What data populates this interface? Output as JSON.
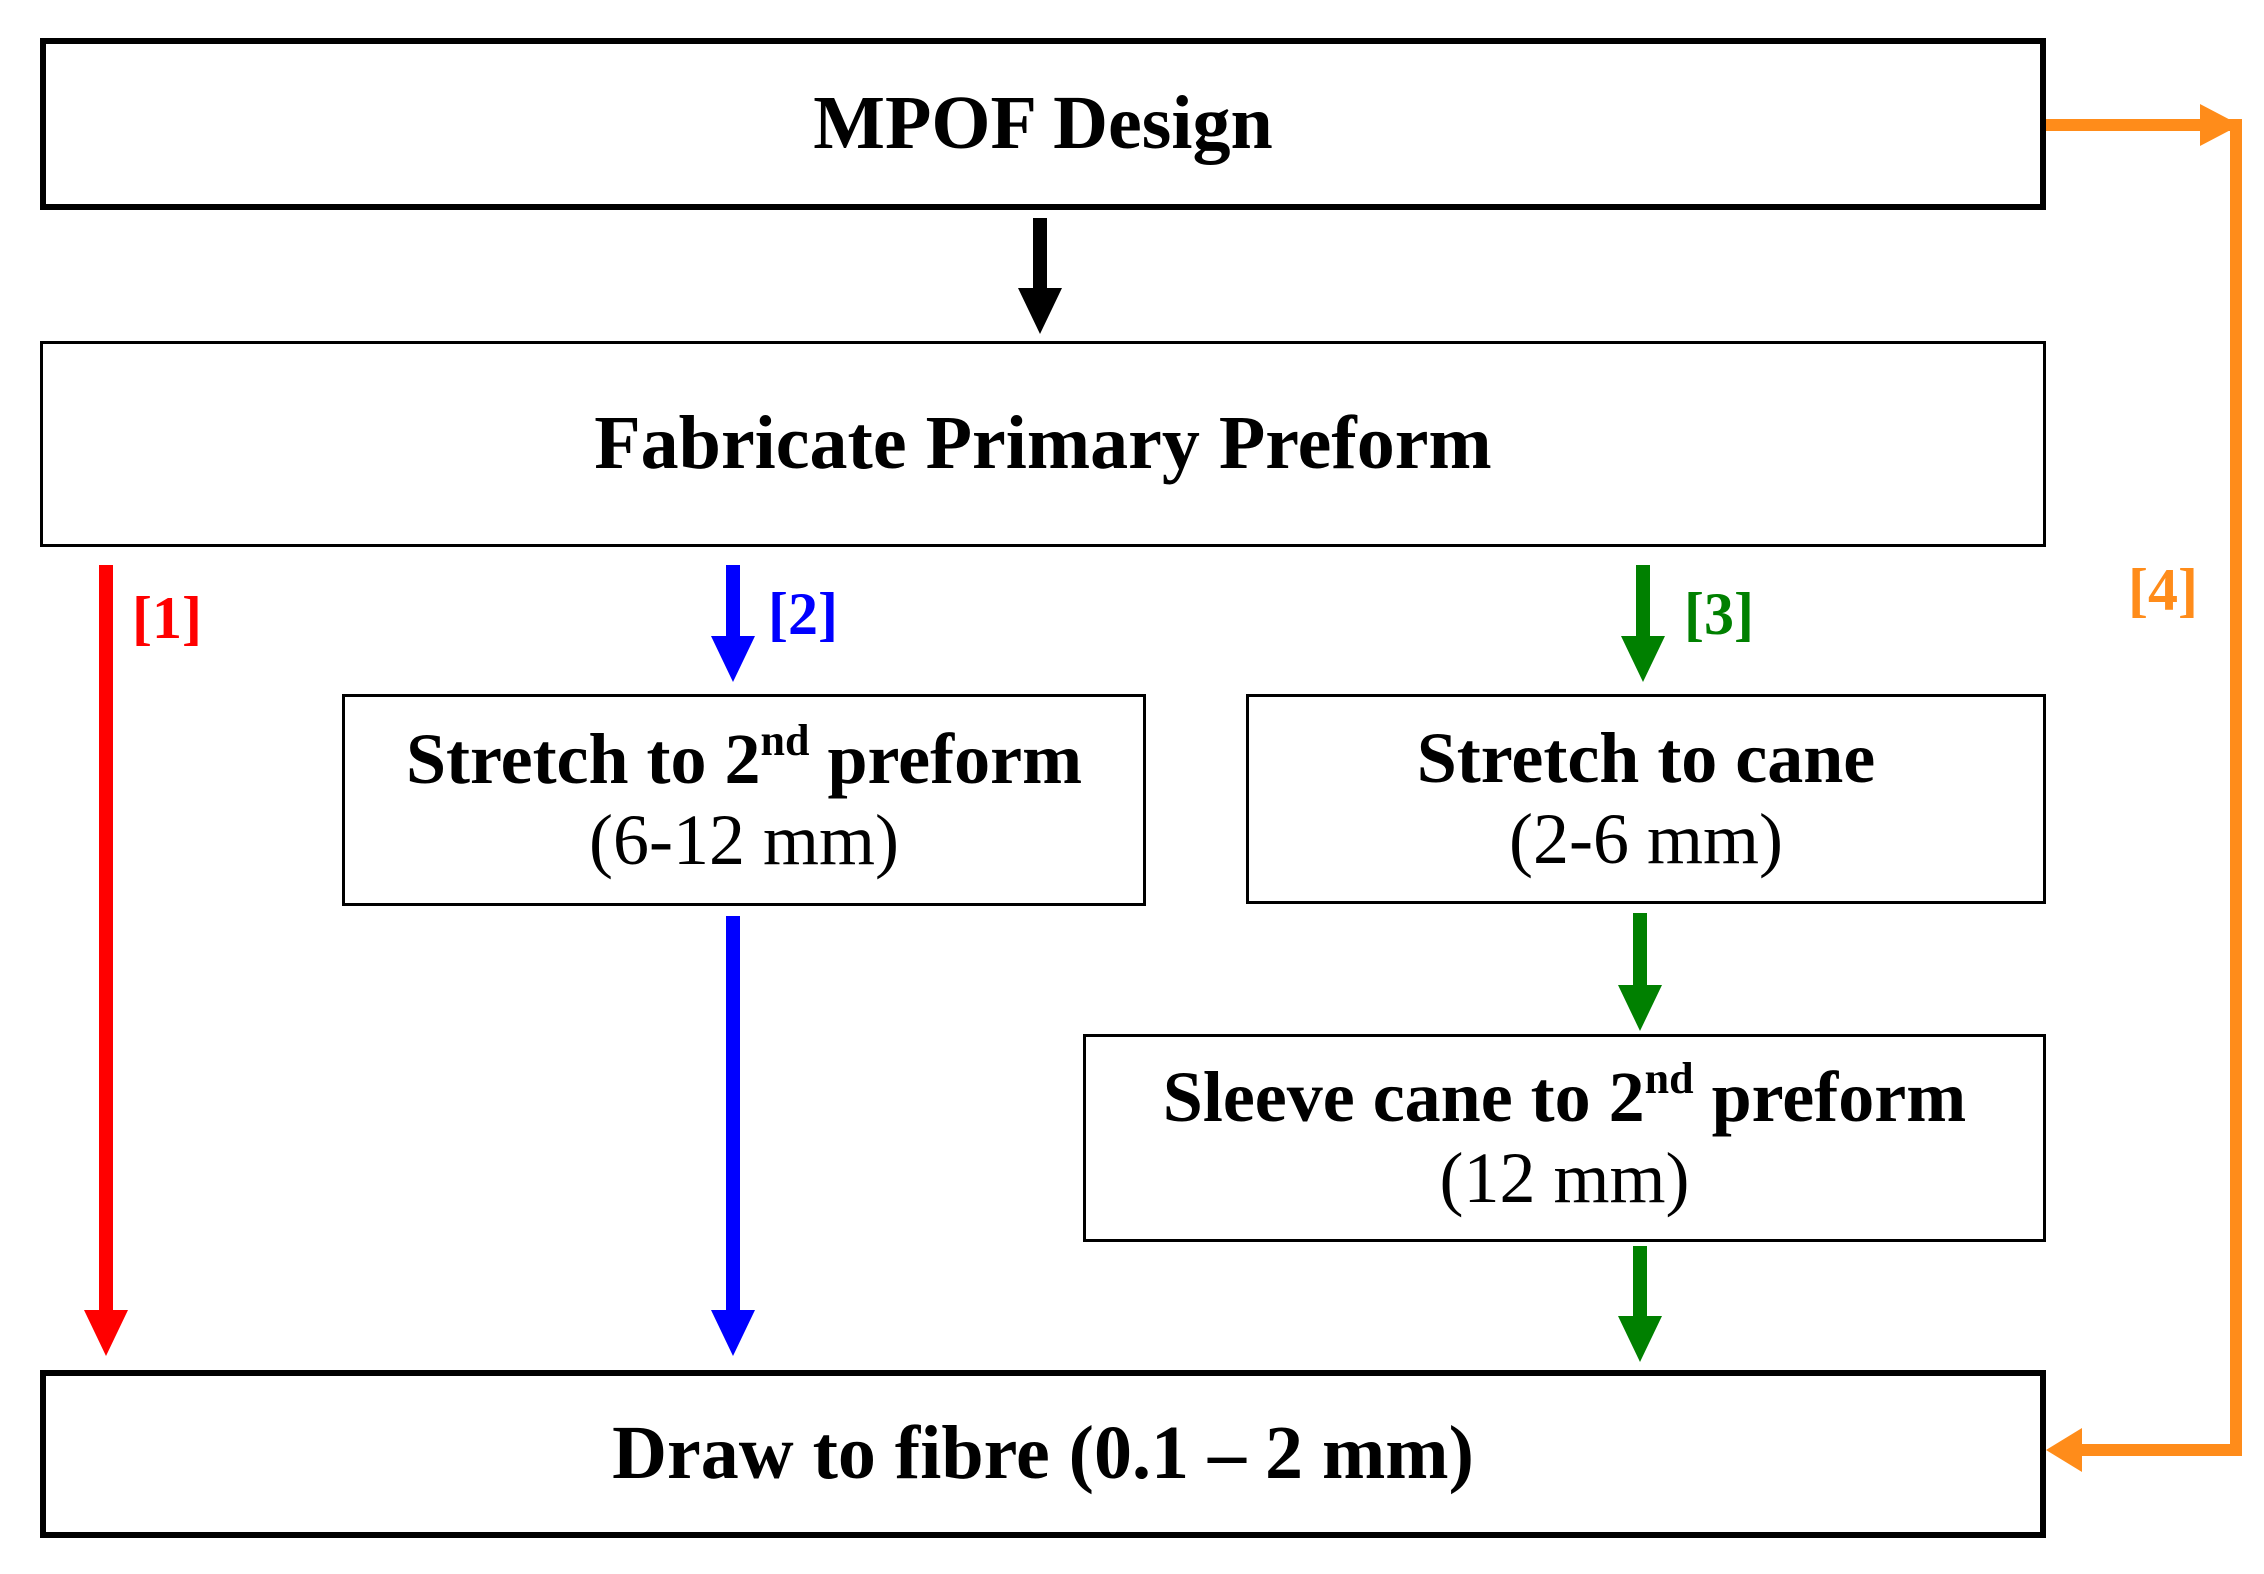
{
  "colors": {
    "route1": "#ff0000",
    "route2": "#0000ff",
    "route3": "#008000",
    "route4": "#ff8c1a",
    "main": "#000000"
  },
  "boxes": {
    "design": {
      "title": "MPOF Design"
    },
    "primary": {
      "title": "Fabricate Primary Preform"
    },
    "stretch_secondary": {
      "line1_pre": "Stretch to 2",
      "line1_sup": "nd",
      "line1_post": " preform",
      "line2": "(6-12 mm)"
    },
    "stretch_cane": {
      "line1": "Stretch to cane",
      "line2": "(2-6 mm)"
    },
    "sleeve": {
      "line1_pre": "Sleeve cane to 2",
      "line1_sup": "nd",
      "line1_post": " preform",
      "line2": "(12 mm)"
    },
    "draw": {
      "title": "Draw to fibre (0.1 – 2 mm)"
    }
  },
  "routes": {
    "r1": "[1]",
    "r2": "[2]",
    "r3": "[3]",
    "r4": "[4]"
  }
}
